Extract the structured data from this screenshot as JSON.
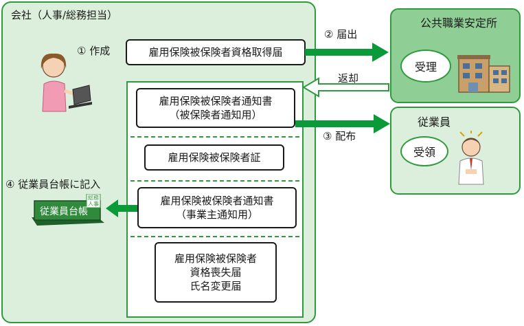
{
  "company": {
    "title": "会社（人事/総務担当）"
  },
  "agency": {
    "title": "公共職業安定所",
    "stamp": "受理"
  },
  "employee": {
    "title": "従業員",
    "stamp": "受領"
  },
  "steps": {
    "create": "① 作成",
    "submit": "② 届出",
    "return": "返却",
    "distribute": "③ 配布",
    "record": "④ 従業員台帳に記入"
  },
  "documents": {
    "acquisition_form": "雇用保険被保険者資格取得届",
    "notice_insured_line1": "雇用保険被保険者通知書",
    "notice_insured_line2": "（被保険者通知用）",
    "insured_card": "雇用保険被保険者証",
    "notice_employer_line1": "雇用保険被保険者通知書",
    "notice_employer_line2": "（事業主通知用）",
    "loss_line1": "雇用保険被保険者",
    "loss_line2": "資格喪失届",
    "loss_line3": "氏名変更届"
  },
  "ledger": {
    "title": "従業員台帳",
    "tab": "総務人事"
  },
  "colors": {
    "green": "#2e9a3c",
    "arrow": "#0a9a3a",
    "panel": "#dcefdc",
    "agency": "#8fcf96"
  }
}
